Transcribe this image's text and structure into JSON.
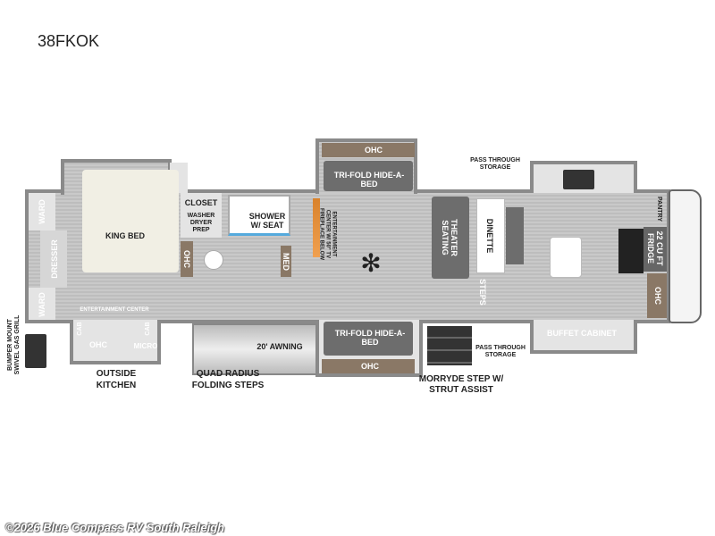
{
  "model": "38FKOK",
  "labels": {
    "ward_top": "WARD",
    "dresser": "DRESSER",
    "ward_bottom": "WARD",
    "king_bed": "KING BED",
    "closet": "CLOSET",
    "washer_dryer": "WASHER DRYER PREP",
    "shower": "SHOWER W/ SEAT",
    "bath_ohc": "OHC",
    "med": "MED",
    "ent_center_tv": "ENTERTAINMENT CENTER W/ 50\" TV FIREPLACE BELOW",
    "hide_bed_top": "TRI-FOLD HIDE-A-BED",
    "ohc_top": "OHC",
    "pass_top": "PASS THROUGH STORAGE",
    "theater": "THEATER SEATING",
    "dinette": "DINETTE",
    "steps": "STEPS",
    "pantry": "PANTRY",
    "fridge": "22 CU FT FRIDGE",
    "front_ohc": "OHC",
    "buffet": "BUFFET CABINET",
    "pass_bottom": "PASS THROUGH STORAGE",
    "hide_bed_bottom": "TRI-FOLD HIDE-A-BED",
    "ohc_bottom": "OHC",
    "awning": "20' AWNING",
    "bedroom_ent": "ENTERTAINMENT CENTER",
    "cab_left": "CAB",
    "cab_right": "CAB",
    "ok_ohc": "OHC",
    "micro": "MICRO",
    "outside_kitchen": "OUTSIDE KITCHEN",
    "quad_steps": "QUAD RADIUS FOLDING STEPS",
    "morryde": "MORRYDE STEP W/ STRUT ASSIST",
    "grill": "BUMPER MOUNT SWIVEL GAS GRILL"
  },
  "footer": "©2026 Blue Compass RV South Raleigh"
}
